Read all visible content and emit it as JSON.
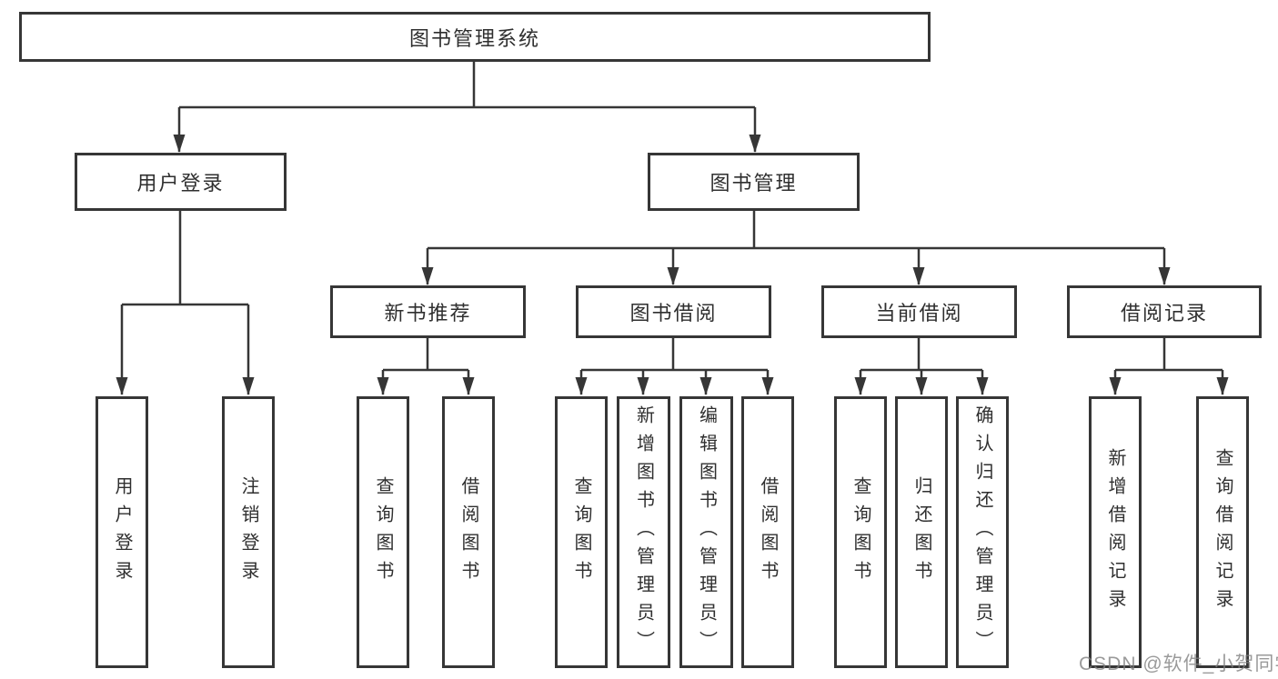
{
  "diagram": {
    "root": {
      "label": "图书管理系统"
    },
    "branches": [
      {
        "label": "用户登录",
        "children": [
          {
            "label": "用户登录"
          },
          {
            "label": "注销登录"
          }
        ]
      },
      {
        "label": "图书管理",
        "children": [
          {
            "label": "新书推荐",
            "children": [
              {
                "label": "查询图书"
              },
              {
                "label": "借阅图书"
              }
            ]
          },
          {
            "label": "图书借阅",
            "children": [
              {
                "label": "查询图书"
              },
              {
                "label": "新增图书（管理员）"
              },
              {
                "label": "编辑图书（管理员）"
              },
              {
                "label": "借阅图书"
              }
            ]
          },
          {
            "label": "当前借阅",
            "children": [
              {
                "label": "查询图书"
              },
              {
                "label": "归还图书"
              },
              {
                "label": "确认归还（管理员）"
              }
            ]
          },
          {
            "label": "借阅记录",
            "children": [
              {
                "label": "新增借阅记录"
              },
              {
                "label": "查询借阅记录"
              }
            ]
          }
        ]
      }
    ]
  },
  "watermark": {
    "text": "CSDN @软件_小贺同学"
  },
  "colors": {
    "line": "#363636",
    "text": "#2f2f2f",
    "box_background": "#ffffff",
    "watermark": "#7d7d7d"
  }
}
